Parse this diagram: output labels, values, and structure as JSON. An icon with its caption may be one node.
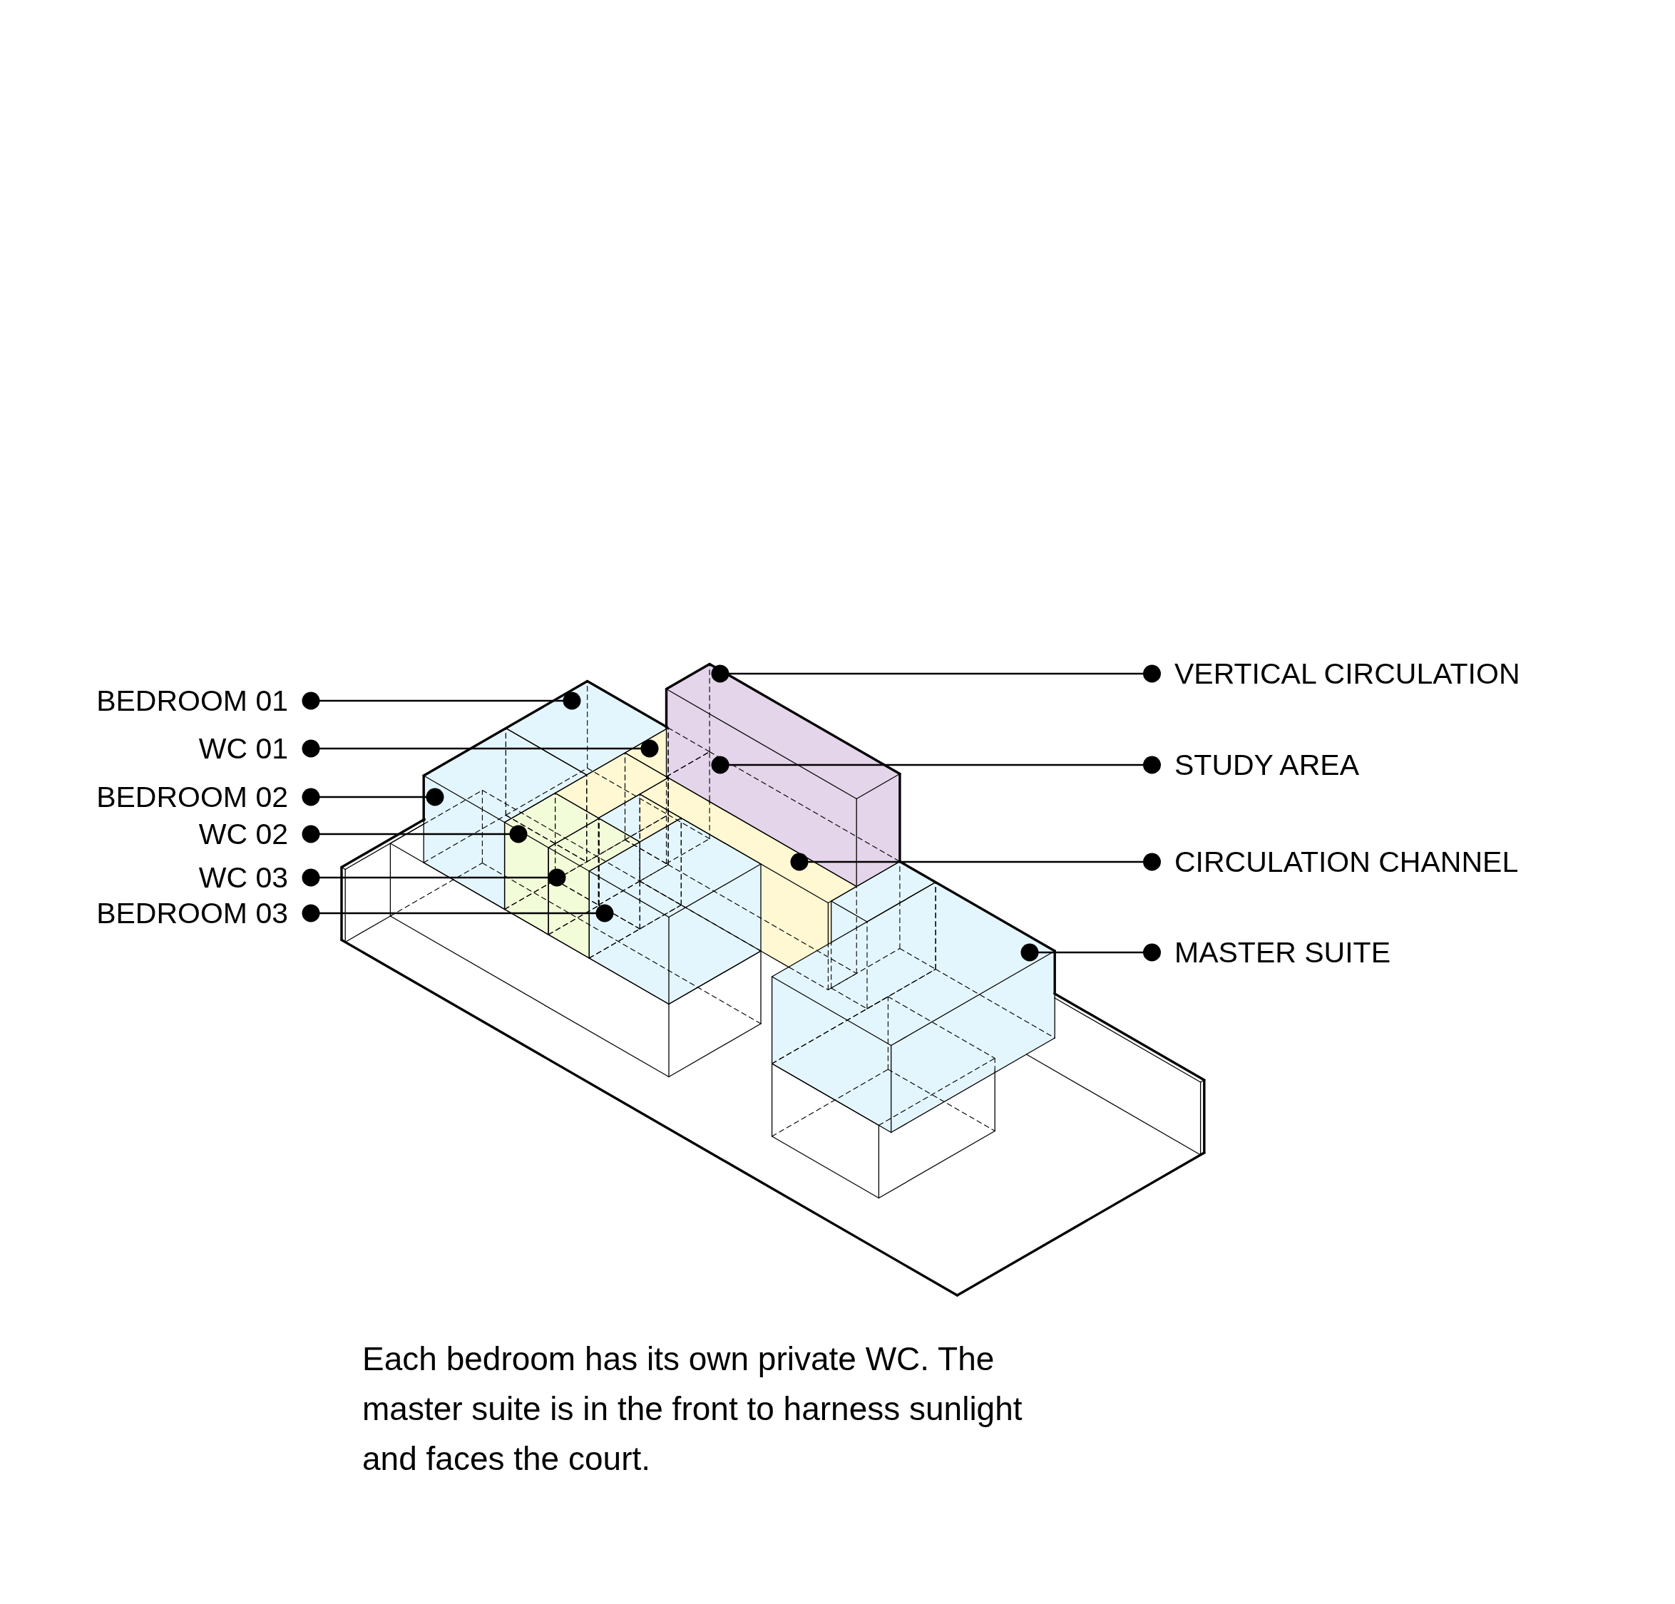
{
  "diagram": {
    "caption": "Each bedroom has its own private WC. The master suite is in the front to harness sunlight and faces the court.",
    "nodes": [
      {
        "text": [
          "BEDROOM 01"
        ]
      },
      {
        "text": [
          "WC 01"
        ]
      },
      {
        "text": [
          "BEDROOM 02"
        ]
      },
      {
        "text": [
          "WC 02"
        ]
      },
      {
        "text": [
          "WC 03"
        ]
      },
      {
        "text": [
          "BEDROOM 03"
        ]
      },
      {
        "text": [
          "VERTICAL CIRCULATION"
        ]
      },
      {
        "text": [
          "STUDY AREA"
        ]
      },
      {
        "text": [
          "CIRCULATION CHANNEL"
        ]
      },
      {
        "text": [
          "MASTER SUITE"
        ]
      }
    ],
    "edges": [
      {
        "from": 0,
        "to": null,
        "arrow": "other"
      },
      {
        "from": 1,
        "to": null,
        "arrow": "other"
      },
      {
        "from": 2,
        "to": null,
        "arrow": "other"
      },
      {
        "from": 3,
        "to": null,
        "arrow": "other"
      },
      {
        "from": 4,
        "to": null,
        "arrow": "other"
      },
      {
        "from": 5,
        "to": null,
        "arrow": "other"
      },
      {
        "from": 6,
        "to": null,
        "arrow": "other"
      },
      {
        "from": 7,
        "to": null,
        "arrow": "other"
      },
      {
        "from": 8,
        "to": null,
        "arrow": "other"
      },
      {
        "from": 9,
        "to": null,
        "arrow": "other"
      }
    ]
  }
}
